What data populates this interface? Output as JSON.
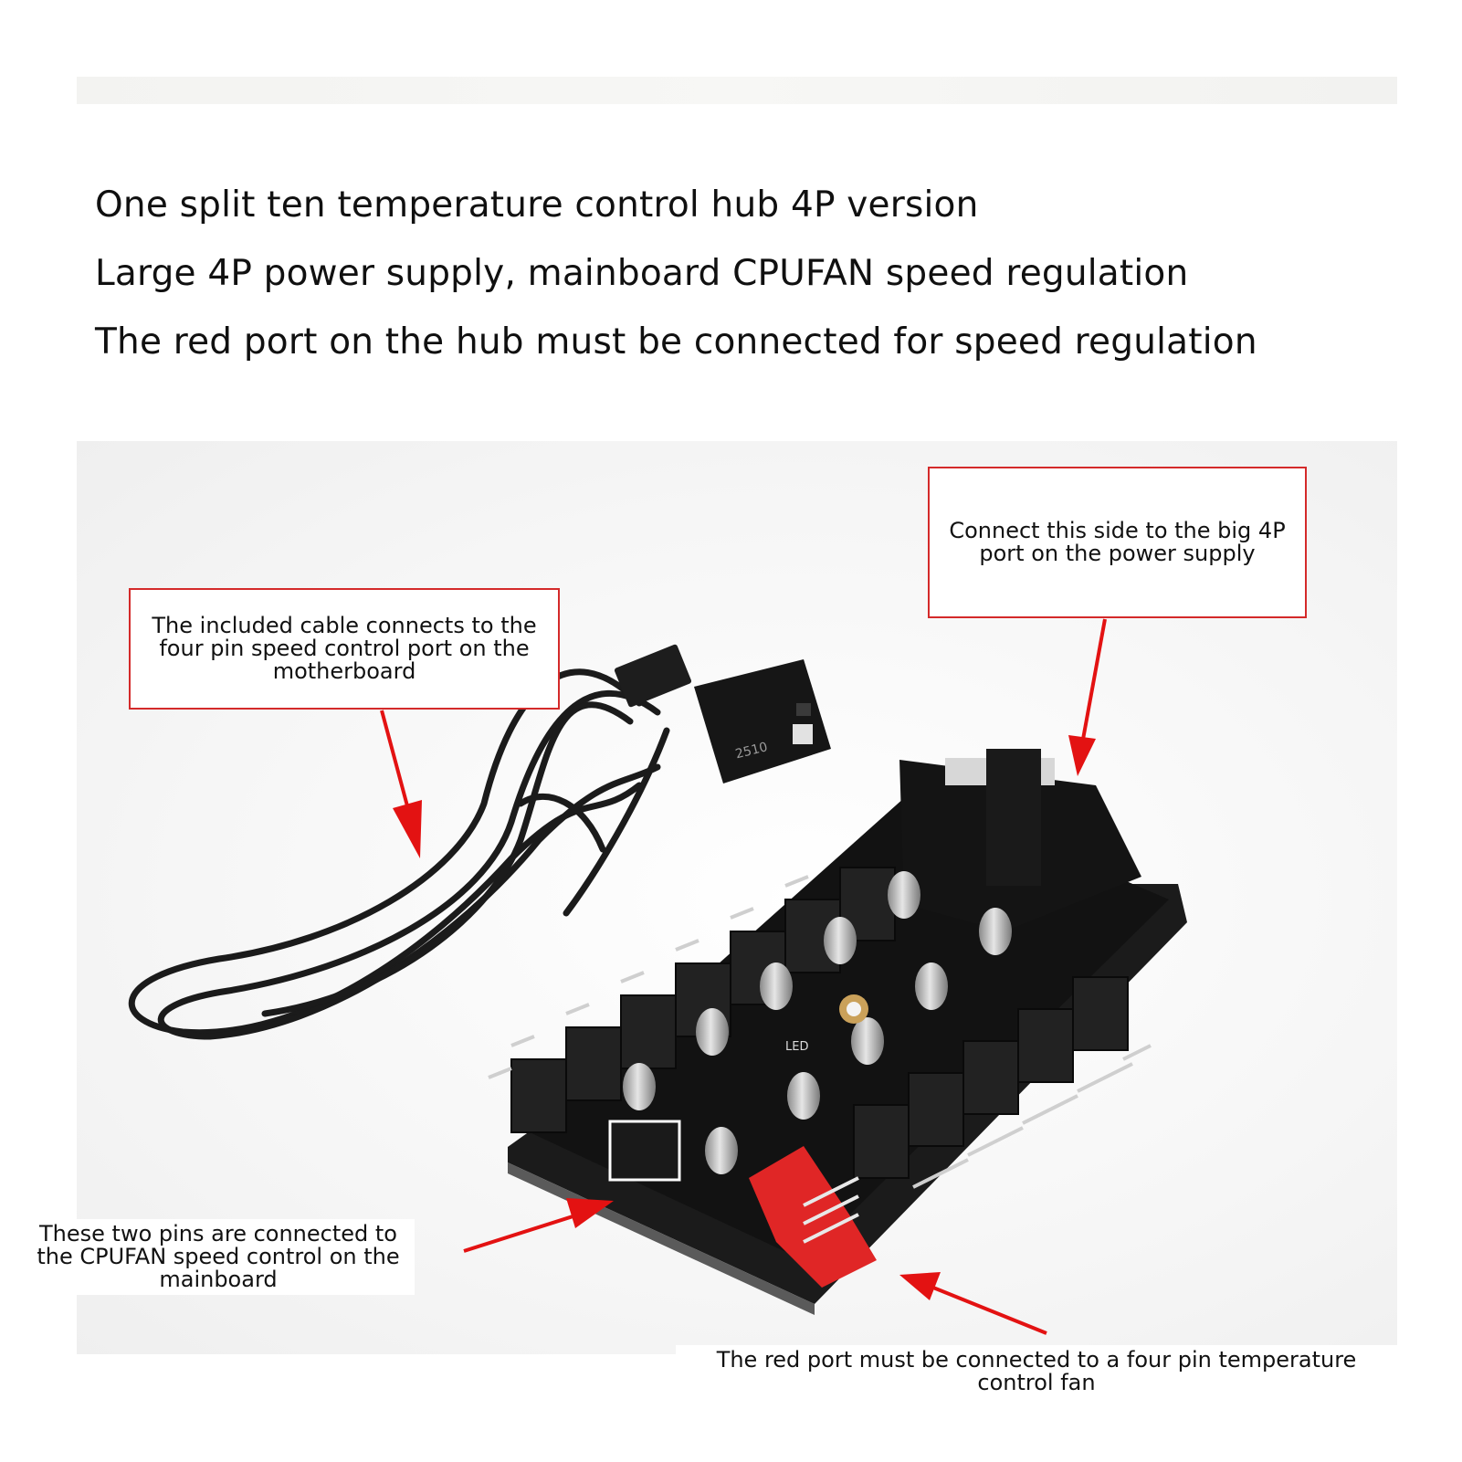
{
  "headlines": {
    "line1": "One split ten temperature control hub 4P version",
    "line2": "Large 4P power supply, mainboard CPUFAN speed regulation",
    "line3": "The red port on the hub must be connected for speed regulation"
  },
  "callouts": {
    "power_side": "Connect this side to the big 4P port on the power supply",
    "cable": "The included cable connects to the four pin speed control port on the motherboard",
    "cpufan_pins": "These two pins are connected to the CPUFAN speed control on the mainboard",
    "red_port": "The red port must be connected to a four pin temperature control fan"
  },
  "connector_marking": "2510",
  "led_marking": "LED",
  "colors": {
    "callout_border": "#d42a2a",
    "arrow": "#e31212",
    "red_port": "#e02626",
    "board": "#161616"
  }
}
